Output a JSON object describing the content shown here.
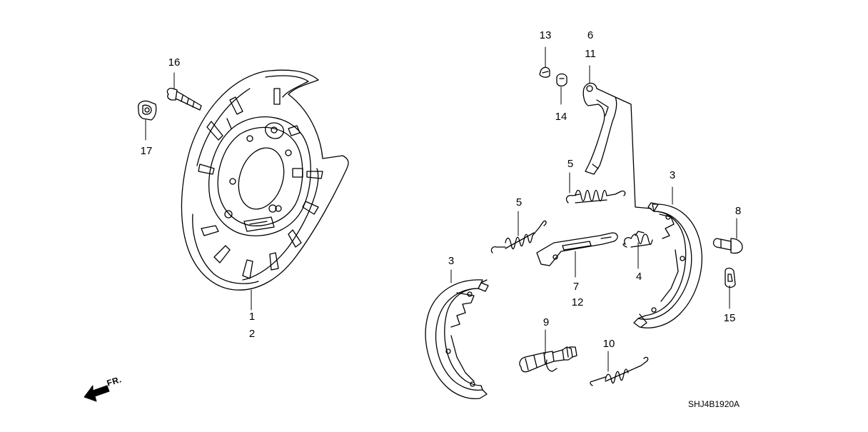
{
  "diagram": {
    "ref_code": "SHJ4B1920A",
    "front_indicator": "FR.",
    "labels": {
      "l1": "1",
      "l2": "2",
      "l3a": "3",
      "l3b": "3",
      "l4": "4",
      "l5a": "5",
      "l5b": "5",
      "l6": "6",
      "l7": "7",
      "l8": "8",
      "l9": "9",
      "l10": "10",
      "l11": "11",
      "l12": "12",
      "l13": "13",
      "l14": "14",
      "l15": "15",
      "l16": "16",
      "l17": "17"
    }
  }
}
